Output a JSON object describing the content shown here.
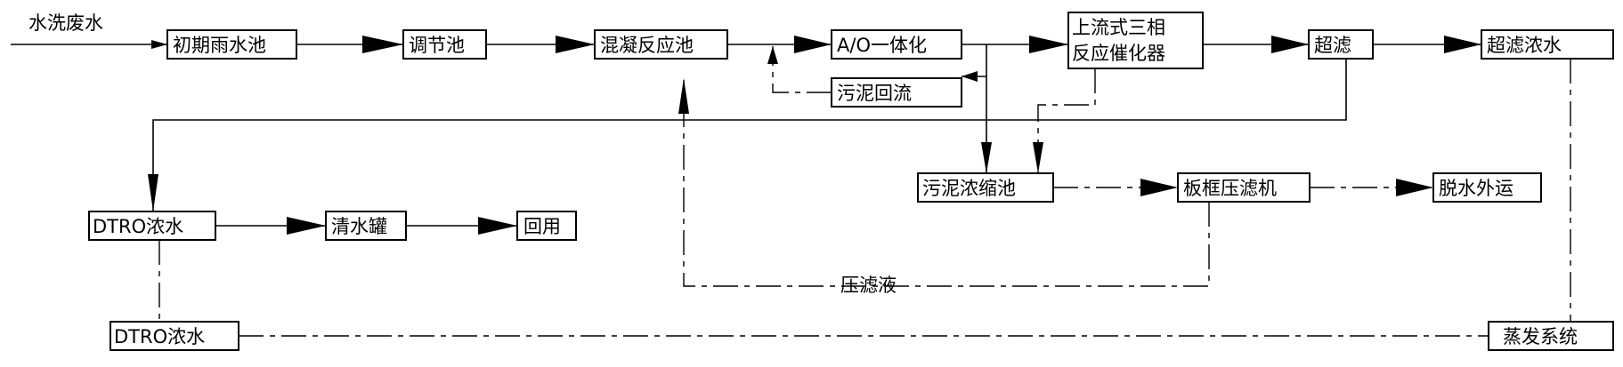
{
  "diagram": {
    "input_label": "水洗废水",
    "nodes": {
      "initial_rain_pool": "初期雨水池",
      "equalization_tank": "调节池",
      "coagulation_tank": "混凝反应池",
      "ao_integration": "A/O一体化",
      "sludge_return": "污泥回流",
      "upflow_reactor_line1": "上流式三相",
      "upflow_reactor_line2": "反应催化器",
      "ultrafiltration": "超滤",
      "uf_concentrate": "超滤浓水",
      "dtro_concentrate_1": "DTRO浓水",
      "clear_water_tank": "清水罐",
      "reuse": "回用",
      "sludge_thickener": "污泥浓缩池",
      "filter_press": "板框压滤机",
      "dewatered_out": "脱水外运",
      "dtro_concentrate_2": "DTRO浓水",
      "evaporation": "蒸发系统"
    },
    "filtrate_label": "压滤液"
  }
}
